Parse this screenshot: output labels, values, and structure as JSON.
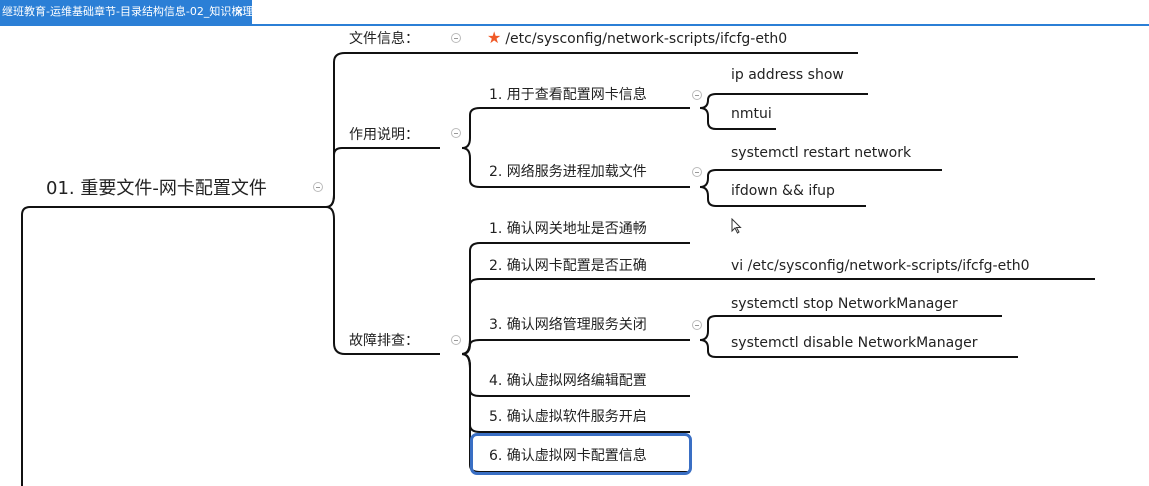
{
  "tab": {
    "title": "继班教育-运维基础章节-目录结构信息-02_知识梳理",
    "close_icon": "✕"
  },
  "root": {
    "label": "01. 重要文件-网卡配置文件"
  },
  "branches": {
    "file_info": {
      "label": "文件信息：",
      "star_icon": "star-icon",
      "value": "/etc/sysconfig/network-scripts/ifcfg-eth0"
    },
    "purpose": {
      "label": "作用说明：",
      "items": [
        {
          "label": "1. 用于查看配置网卡信息",
          "children": [
            "ip address show",
            "nmtui"
          ]
        },
        {
          "label": "2. 网络服务进程加载文件",
          "children": [
            "systemctl restart network",
            "ifdown && ifup"
          ]
        }
      ]
    },
    "troubleshoot": {
      "label": "故障排查：",
      "items": [
        {
          "label": "1. 确认网关地址是否通畅",
          "children": []
        },
        {
          "label": "2. 确认网卡配置是否正确",
          "children": [
            "vi /etc/sysconfig/network-scripts/ifcfg-eth0"
          ]
        },
        {
          "label": "3. 确认网络管理服务关闭",
          "children": [
            "systemctl  stop NetworkManager",
            "systemctl disable NetworkManager"
          ]
        },
        {
          "label": "4. 确认虚拟网络编辑配置",
          "children": []
        },
        {
          "label": "5. 确认虚拟软件服务开启",
          "children": []
        },
        {
          "label": "6. 确认虚拟网卡配置信息",
          "children": []
        }
      ]
    }
  }
}
